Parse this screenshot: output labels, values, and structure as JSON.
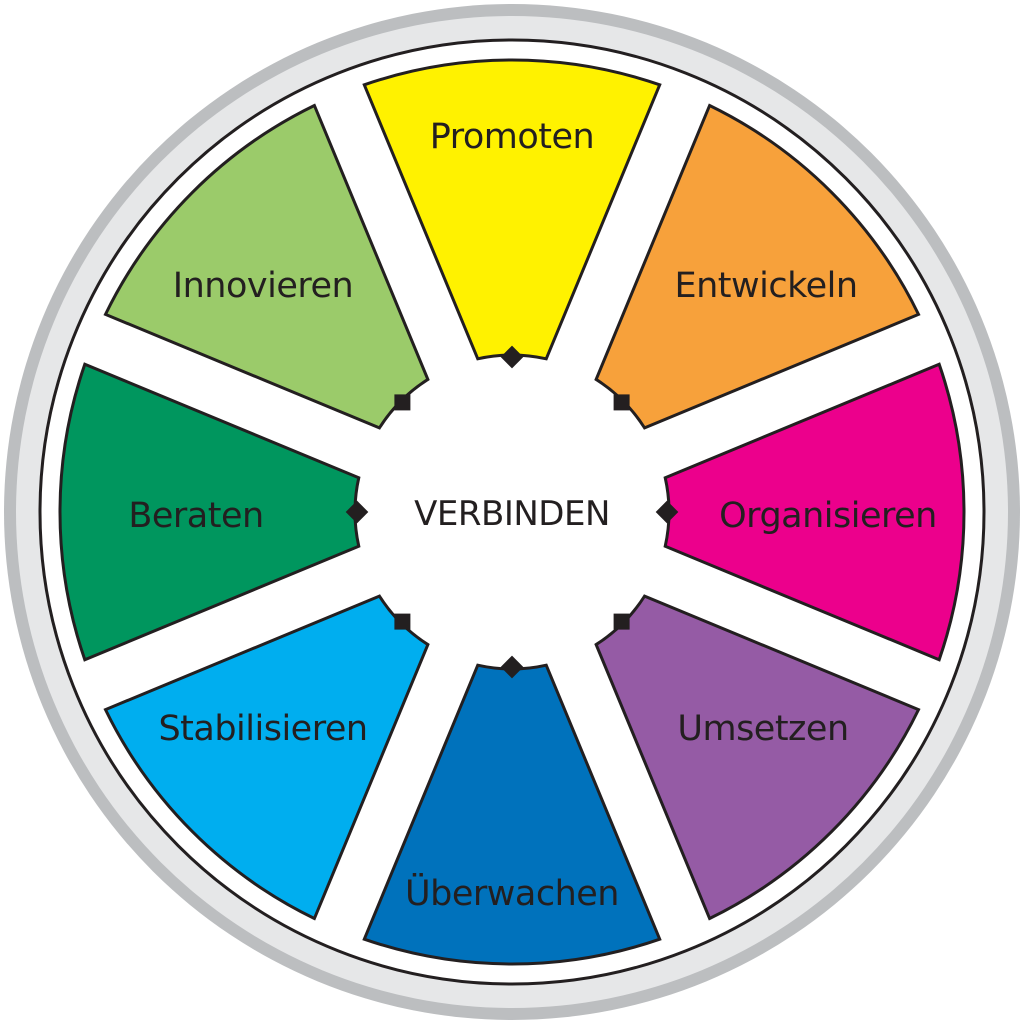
{
  "center": {
    "label": "VERBINDEN"
  },
  "segments": [
    {
      "label": "Promoten",
      "color": "#fff200"
    },
    {
      "label": "Entwickeln",
      "color": "#f7a13b"
    },
    {
      "label": "Organisieren",
      "color": "#ec008c"
    },
    {
      "label": "Umsetzen",
      "color": "#955ba5"
    },
    {
      "label": "Überwachen",
      "color": "#0072bc"
    },
    {
      "label": "Stabilisieren",
      "color": "#00aeef"
    },
    {
      "label": "Beraten",
      "color": "#00965e"
    },
    {
      "label": "Innovieren",
      "color": "#9bcb6a"
    }
  ]
}
